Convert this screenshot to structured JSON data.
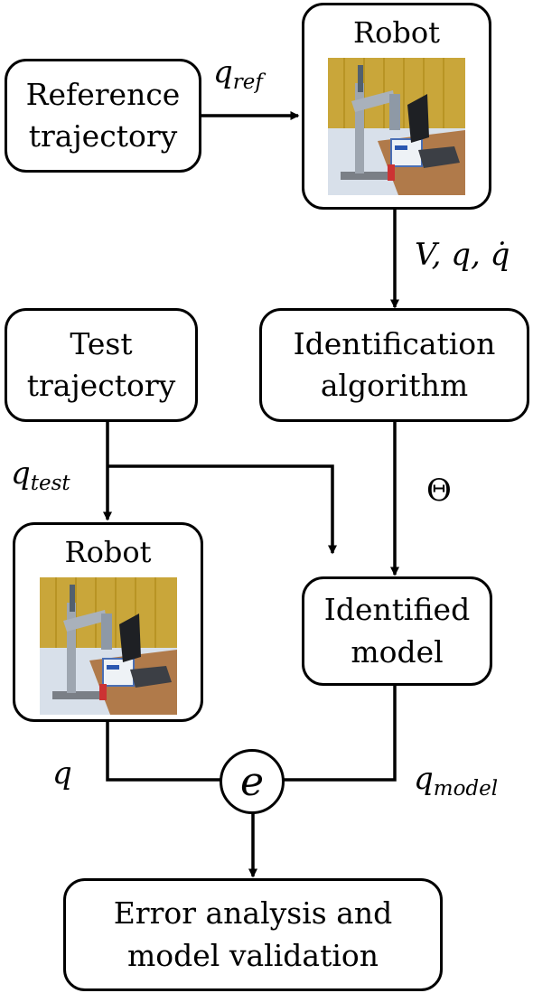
{
  "nodes": {
    "reference_trajectory": {
      "line1": "Reference",
      "line2": "trajectory"
    },
    "robot_top": {
      "title": "Robot"
    },
    "identification_algorithm": {
      "line1": "Identification",
      "line2": "algorithm"
    },
    "test_trajectory": {
      "line1": "Test",
      "line2": "trajectory"
    },
    "robot_bottom": {
      "title": "Robot"
    },
    "identified_model": {
      "line1": "Identified",
      "line2": "model"
    },
    "error_node": {
      "symbol": "e"
    },
    "error_analysis": {
      "line1": "Error analysis and",
      "line2": "model validation"
    }
  },
  "edge_labels": {
    "q_ref": {
      "base": "q",
      "sub": "ref"
    },
    "v_q_qdot": "V, q, q̇",
    "theta": "Θ",
    "q_test": {
      "base": "q",
      "sub": "test"
    },
    "q": "q",
    "q_model": {
      "base": "q",
      "sub": "model"
    }
  },
  "colors": {
    "stroke": "#000000",
    "background": "#ffffff",
    "wall": "#c9a63a",
    "table": "#b07a4a"
  }
}
